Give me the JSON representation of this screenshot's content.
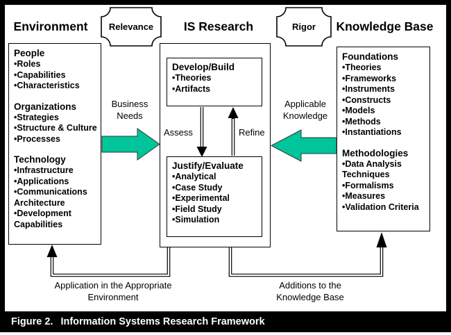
{
  "header": {
    "environment": "Environment",
    "relevance": "Relevance",
    "is_research": "IS Research",
    "rigor": "Rigor",
    "knowledge_base": "Knowledge Base"
  },
  "environment_box": {
    "sections": [
      {
        "title": "People",
        "items": [
          "Roles",
          "Capabilities",
          "Characteristics"
        ]
      },
      {
        "title": "Organizations",
        "items": [
          "Strategies",
          "Structure & Culture",
          "Processes"
        ]
      },
      {
        "title": "Technology",
        "items": [
          "Infrastructure",
          "Applications",
          "Communications Architecture",
          "Development Capabilities"
        ]
      }
    ]
  },
  "is_research_box": {
    "develop": {
      "title": "Develop/Build",
      "items": [
        "Theories",
        "Artifacts"
      ]
    },
    "justify": {
      "title": "Justify/Evaluate",
      "items": [
        "Analytical",
        "Case Study",
        "Experimental",
        "Field Study",
        "Simulation"
      ]
    },
    "assess_label": "Assess",
    "refine_label": "Refine"
  },
  "knowledge_base_box": {
    "sections": [
      {
        "title": "Foundations",
        "items": [
          "Theories",
          "Frameworks",
          "Instruments",
          "Constructs",
          "Models",
          "Methods",
          "Instantiations"
        ]
      },
      {
        "title": "Methodologies",
        "items": [
          "Data Analysis Techniques",
          "Formalisms",
          "Measures",
          "Validation Criteria"
        ]
      }
    ]
  },
  "labels": {
    "business_needs": "Business Needs",
    "applicable_knowledge": "Applicable Knowledge",
    "application_env": "Application in the Appropriate Environment",
    "additions_kb": "Additions to the Knowledge Base"
  },
  "caption": {
    "figure_label": "Figure 2.",
    "title": "Information Systems Research Framework"
  },
  "colors": {
    "arrow_green": "#00C59A",
    "frame_black": "#000000"
  }
}
